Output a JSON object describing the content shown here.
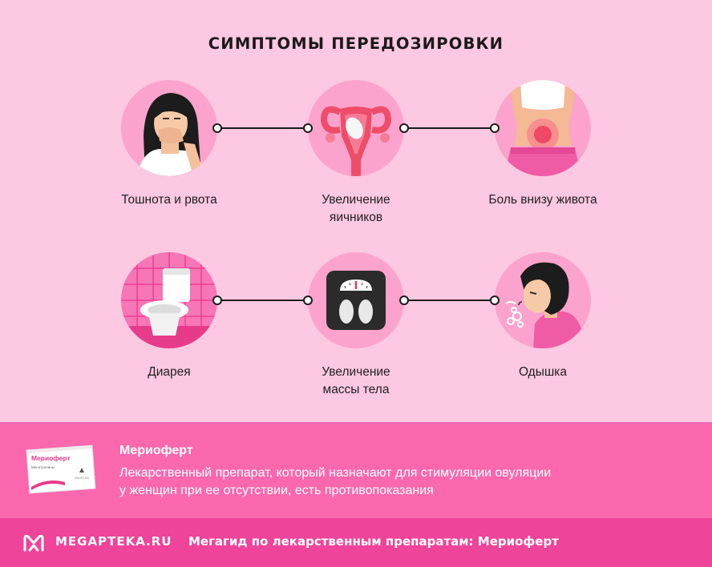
{
  "title": "СИМПТОМЫ ПЕРЕДОЗИРОВКИ",
  "symptoms": [
    {
      "label": "Тошнота и рвота",
      "icon": "nausea-woman-icon"
    },
    {
      "label": "Увеличение\nяичников",
      "icon": "ovaries-icon"
    },
    {
      "label": "Боль внизу живота",
      "icon": "abdominal-pain-icon"
    },
    {
      "label": "Диарея",
      "icon": "toilet-icon"
    },
    {
      "label": "Увеличение\nмассы тела",
      "icon": "bathroom-scale-icon"
    },
    {
      "label": "Одышка",
      "icon": "shortness-of-breath-icon"
    }
  ],
  "product": {
    "name": "Мериоферт",
    "description": "Лекарственный препарат, который назначают для стимуляции овуляции\nу женщин при ее отсутствии, есть противопоказания",
    "box_brand": "Мериоферт",
    "box_subtitle": "Менотропины",
    "box_maker": "ANGELINI"
  },
  "footer": {
    "brand": "MEGAPTEKA.RU",
    "text": "Мегагид по лекарственным препаратам: Мериоферт"
  },
  "colors": {
    "background": "#fdc8e2",
    "circle": "#fba3cd",
    "product_band": "#fb68ae",
    "footer": "#ee449a"
  }
}
